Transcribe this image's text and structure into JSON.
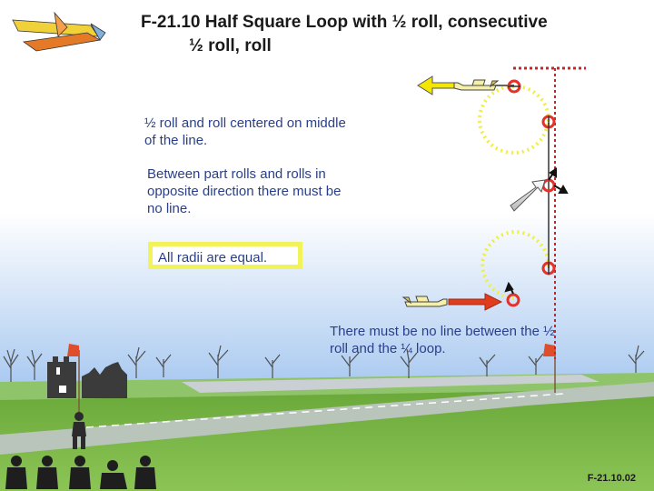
{
  "title": {
    "line1": "F-21.10 Half Square Loop with ½ roll, consecutive",
    "line2": "½ roll, roll"
  },
  "notes": {
    "centered": "½ roll and roll centered on middle of the line.",
    "no_line_opposite": "Between part rolls and rolls in opposite direction there must be no line.",
    "radii": "All radii are equal.",
    "no_line_half_roll": "There must be no line between the ½ roll and the ¼ loop."
  },
  "figure_code": "F-21.10.02",
  "colors": {
    "sky_top": "#ffffff",
    "sky_bottom": "#a9c9f0",
    "grass": "#7fb54a",
    "loop_dots": "#f0ef3c",
    "roll_marker": "#e6302a",
    "entry_arrow": "#e03c1e",
    "exit_arrow": "#f3e600",
    "axis_line": "#d42020",
    "text": "#2a3f8a"
  },
  "icons": [
    "plane-logo-icon",
    "flag-icon",
    "castle-icon",
    "pilot-icon",
    "judges-icon",
    "tree-icon"
  ]
}
